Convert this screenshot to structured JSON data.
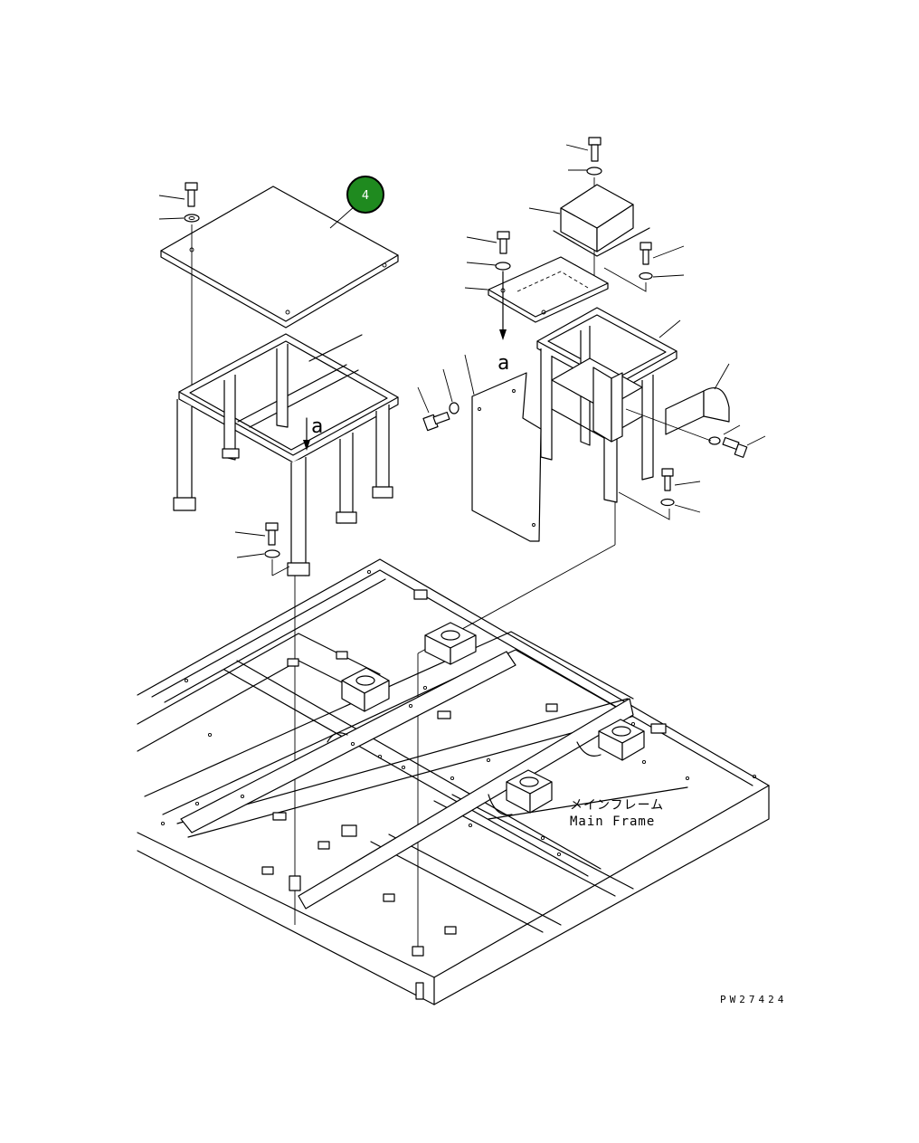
{
  "callout": {
    "number": "4",
    "color": "#1f8a1f",
    "ring_color": "#000000"
  },
  "labels": {
    "view_marker_left": "a",
    "view_marker_right": "a",
    "main_frame_ja": "メインフレーム",
    "main_frame_en": "Main Frame",
    "drawing_code": "PW27424"
  }
}
